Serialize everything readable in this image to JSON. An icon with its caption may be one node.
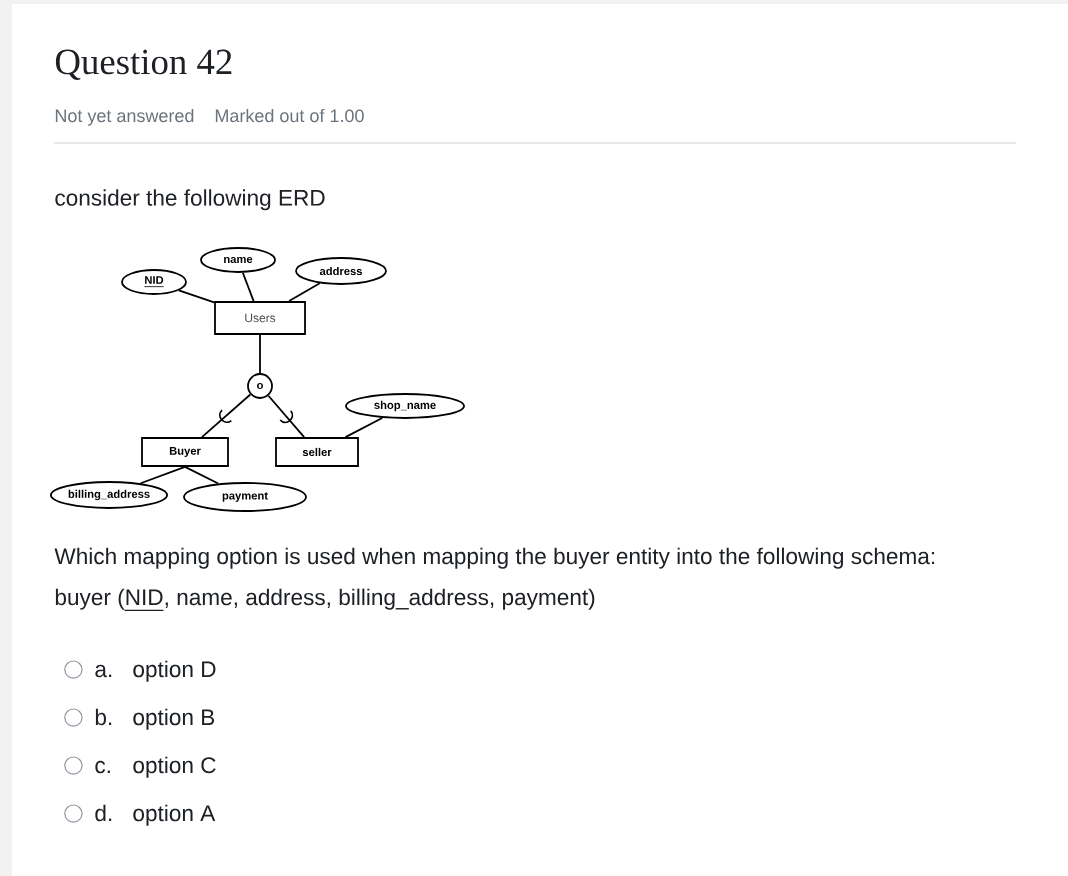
{
  "diagram": {
    "title": "Question 42",
    "nodes": [
      {
        "text": [
          "name"
        ]
      },
      {
        "text": [
          "address"
        ]
      },
      {
        "text": [
          "NID"
        ]
      },
      {
        "text": [
          "Users"
        ]
      },
      {
        "text": [
          "o"
        ]
      },
      {
        "text": [
          "shop_name"
        ]
      },
      {
        "text": [
          "Buyer"
        ]
      },
      {
        "text": [
          "seller"
        ]
      },
      {
        "text": [
          "billing_address"
        ]
      },
      {
        "text": [
          "payment"
        ]
      }
    ],
    "edges": [
      {
        "from": 2,
        "to": 3,
        "arrow": "none"
      },
      {
        "from": 0,
        "to": 3,
        "arrow": "none"
      },
      {
        "from": 1,
        "to": 3,
        "arrow": "none"
      },
      {
        "from": 3,
        "to": 4,
        "arrow": "none"
      },
      {
        "from": 4,
        "to": 6,
        "arrow": "none"
      },
      {
        "from": 4,
        "to": 7,
        "arrow": "none"
      },
      {
        "from": 5,
        "to": 7,
        "arrow": "none"
      },
      {
        "from": 6,
        "to": 8,
        "arrow": "none"
      },
      {
        "from": 6,
        "to": 9,
        "arrow": "none"
      }
    ],
    "labels": [
      "Not yet answered",
      "Marked out of 1.00",
      "consider the following ERD",
      "Which mapping option is used when mapping the buyer entity into the following schema:",
      "buyer (NID, name, address, billing_address, payment)",
      "a.",
      "option D",
      "b.",
      "option B",
      "c.",
      "option C",
      "d.",
      "option A"
    ]
  }
}
